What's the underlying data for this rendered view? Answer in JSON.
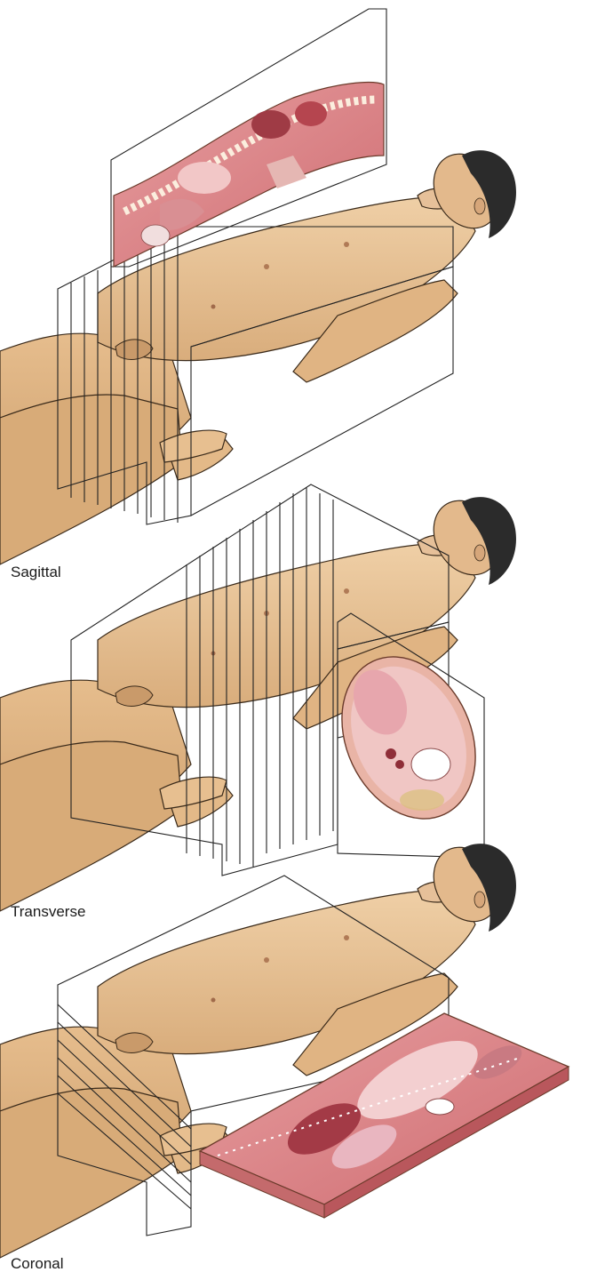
{
  "labels": {
    "sagittal": "Sagittal",
    "transverse": "Transverse",
    "coronal": "Coronal"
  },
  "colors": {
    "skin": "#e8c49a",
    "skin_shadow": "#c99e70",
    "hair": "#2b2b2b",
    "tissue": "#e9a6a4",
    "tissue_dark": "#c0535c",
    "organ_light": "#f3cfcf",
    "bone": "#f4f0e6",
    "box_line": "#222222",
    "text": "#1a1a1a"
  },
  "panels": [
    {
      "name": "sagittal",
      "slice": "sagittal-section"
    },
    {
      "name": "transverse",
      "slice": "transverse-section"
    },
    {
      "name": "coronal",
      "slice": "coronal-section"
    }
  ]
}
